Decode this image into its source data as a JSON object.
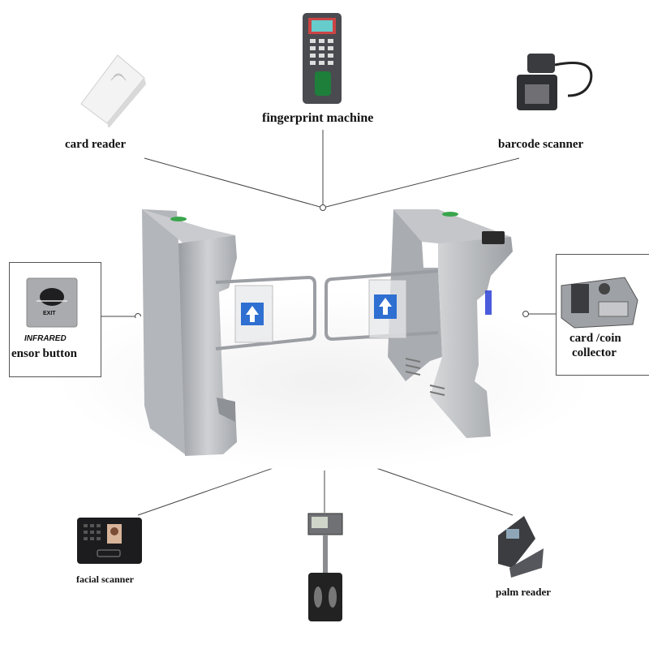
{
  "devices": {
    "card_reader": "card reader",
    "fingerprint_machine": "fingerprint machine",
    "barcode_scanner": "barcode scanner",
    "infrared_tag": "INFRARED",
    "sensor_button": "ensor button",
    "card_coin_line1": "card /coin",
    "card_coin_line2": "collector",
    "facial_scanner": "facial scanner",
    "palm_reader": "palm reader"
  },
  "exit_button_text": "EXIT",
  "colors": {
    "steel": "#b9bbbf",
    "arrow_panel": "#2e6fd1",
    "line": "#444444"
  }
}
